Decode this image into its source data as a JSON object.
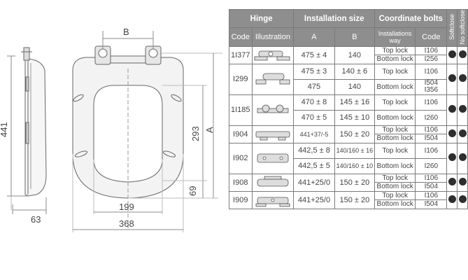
{
  "drawing": {
    "dim_b": "B",
    "dim_a": "A",
    "dim_441": "441",
    "dim_293": "293",
    "dim_69": "69",
    "dim_63": "63",
    "dim_199": "199",
    "dim_368": "368"
  },
  "table": {
    "headers": {
      "hinge": "Hinge",
      "installation_size": "Installation size",
      "coordinate_bolts": "Coordinate bolts",
      "softclose": "Softclose",
      "no_softclose": "No softclose"
    },
    "subheaders": {
      "code": "Code",
      "illustration": "Illustration",
      "a": "A",
      "b": "B",
      "installations_way_1": "Installations",
      "installations_way_2": "way",
      "bolt_code": "Code"
    },
    "rows": [
      {
        "code": "1I377",
        "lines": [
          {
            "a": "475 ± 4",
            "b": "140",
            "way": "Top lock",
            "bolt": "I106"
          },
          {
            "a": "",
            "b": "",
            "way": "Bottom lock",
            "bolt": "I256"
          }
        ]
      },
      {
        "code": "I299",
        "lines": [
          {
            "a": "475 ± 3",
            "b": "140 ± 6",
            "way": "Top lock",
            "bolt": "I106"
          },
          {
            "a": "475",
            "b": "140",
            "way": "Bottom lock",
            "bolt": "I504",
            "bolt2": "I356"
          }
        ]
      },
      {
        "code": "1I185",
        "lines": [
          {
            "a": "470 ± 8",
            "b": "145 ± 16",
            "way": "Top lock",
            "bolt": "I106"
          },
          {
            "a": "470 ± 5",
            "b": "145 ± 10",
            "way": "Bottom lock",
            "bolt": "I260"
          }
        ]
      },
      {
        "code": "I904",
        "lines": [
          {
            "a": "441+37/-5",
            "b": "150 ± 20",
            "way": "Top lock",
            "bolt": "I106"
          },
          {
            "a": "",
            "b": "",
            "way": "Bottom lock",
            "bolt": "I504"
          }
        ]
      },
      {
        "code": "I902",
        "lines": [
          {
            "a": "442,5 ± 8",
            "b": "140/160 ± 16",
            "way": "Top lock",
            "bolt": "I106"
          },
          {
            "a": "442,5 ± 5",
            "b": "140/160 ± 10",
            "way": "Bottom lock",
            "bolt": "I260"
          }
        ]
      },
      {
        "code": "I908",
        "lines": [
          {
            "a": "441+25/0",
            "b": "150 ± 20",
            "way": "Top lock",
            "bolt": "I106"
          },
          {
            "a": "",
            "b": "",
            "way": "Bottom lock",
            "bolt": "I504"
          }
        ]
      },
      {
        "code": "I909",
        "lines": [
          {
            "a": "441+25/0",
            "b": "150 ± 20",
            "way": "Top lock",
            "bolt": "I106"
          },
          {
            "a": "",
            "b": "",
            "way": "Bottom lock",
            "bolt": "I504"
          }
        ]
      }
    ]
  },
  "colors": {
    "header_bg": "#8e8e8e",
    "header_text": "#ffffff",
    "dot": "#2e2e2e",
    "line": "#555555"
  }
}
